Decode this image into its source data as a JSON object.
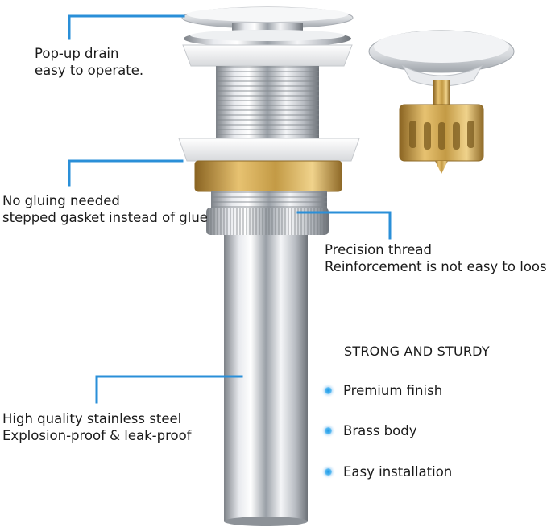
{
  "callouts": {
    "popup_line1": "Pop-up drain",
    "popup_line2": "easy to operate.",
    "gasket_line1": "No gluing needed",
    "gasket_line2": "stepped gasket instead of glue",
    "thread_line1": "Precision thread",
    "thread_line2": "Reinforcement is not easy to loose",
    "steel_line1": "High quality stainless steel",
    "steel_line2": "Explosion-proof & leak-proof"
  },
  "features": {
    "heading": "STRONG AND STURDY",
    "items": [
      {
        "label": "Premium finish"
      },
      {
        "label": "Brass body"
      },
      {
        "label": "Easy installation"
      }
    ]
  },
  "colors": {
    "callout_line": "#2a8fd8",
    "bullet": "#2196e6",
    "chrome": "#c9ccd1",
    "brass": "#c9a04a"
  }
}
